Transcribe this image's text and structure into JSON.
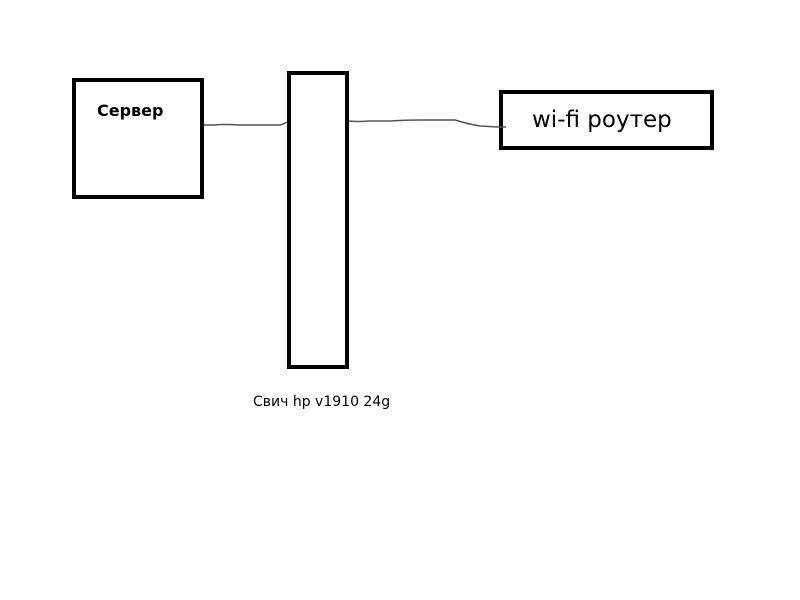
{
  "diagram": {
    "server": {
      "label": "Сервер"
    },
    "switch": {
      "label": "Свич hp v1910 24g"
    },
    "router": {
      "label": "wi-fi роутер"
    },
    "colors": {
      "stroke": "#000000",
      "wire": "#555555",
      "background": "#ffffff"
    }
  }
}
